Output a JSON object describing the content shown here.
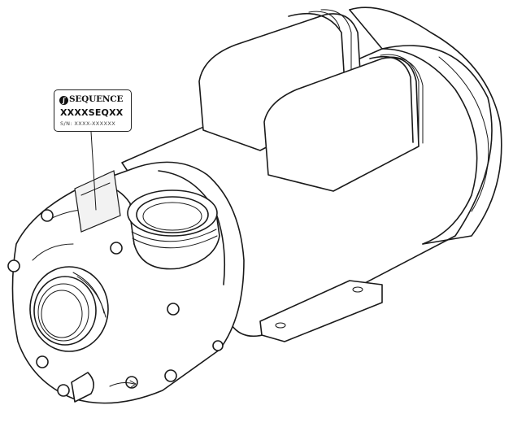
{
  "label": {
    "brand": "SEQUENCE",
    "model": "XXXXSEQXX",
    "serial": "S/N: XXXX-XXXXXX"
  },
  "icons": {
    "brand_logo": "sequence-logo-icon"
  }
}
